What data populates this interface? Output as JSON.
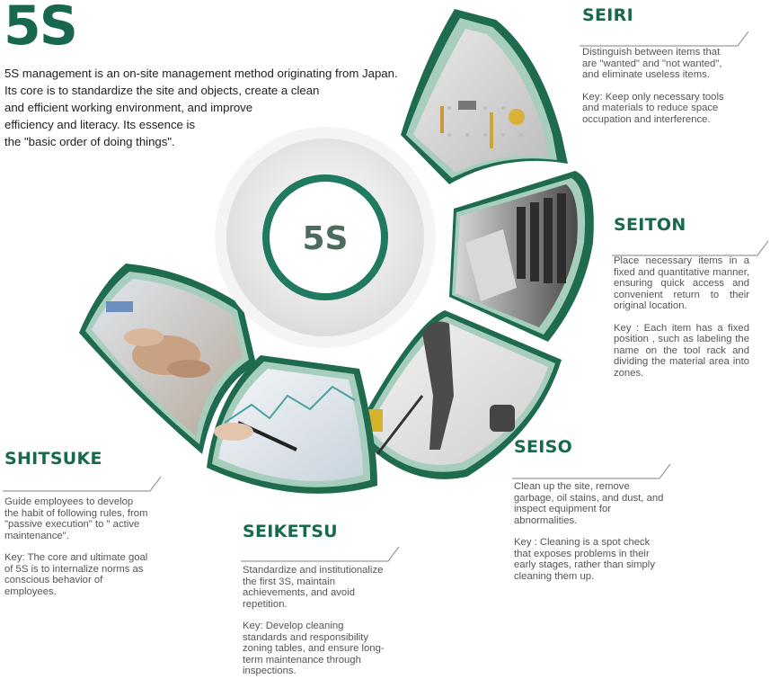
{
  "header": {
    "title": "5S",
    "intro_lines": [
      "5S management is an on-site management method originating from Japan.",
      "Its core is to standardize the site and objects, create a clean",
      "and efficient working environment, and improve",
      "efficiency and literacy. Its essence is",
      "the \"basic order of doing things\"."
    ]
  },
  "center": {
    "label": "5S"
  },
  "colors": {
    "brand": "#17684f",
    "ring_dark": "#1f6b4e",
    "ring_light": "#a7cdbd",
    "text": "#555555"
  },
  "sections": {
    "seiri": {
      "title": "SEIRI",
      "p1": "Distinguish between items that are \"wanted\" and \"not wanted\", and eliminate useless items.",
      "p2": "Key: Keep only necessary tools and materials to reduce space occupation and interference.",
      "image_icon": "tool-pegboard-icon"
    },
    "seiton": {
      "title": "SEITON",
      "p1": "Place necessary items in a fixed and quantitative manner, ensuring quick access and convenient return to their original location.",
      "p2": "Key : Each item has a fixed position , such as labeling the name on the tool rack and dividing the material area into zones.",
      "image_icon": "file-binders-icon"
    },
    "seiso": {
      "title": "SEISO",
      "p1": "Clean up the site, remove garbage, oil stains, and dust, and inspect equipment for abnormalities.",
      "p2": "Key : Cleaning is a spot check that exposes problems in their early stages, rather than simply cleaning them up.",
      "image_icon": "vacuum-cleaning-icon"
    },
    "seiketsu": {
      "title": "SEIKETSU",
      "p1": "Standardize and institutionalize the first 3S, maintain achievements, and avoid repetition.",
      "p2": "Key: Develop cleaning standards and responsibility zoning tables, and ensure long-term maintenance through inspections.",
      "image_icon": "chart-analysis-icon"
    },
    "shitsuke": {
      "title": "SHITSUKE",
      "p1": "Guide employees to develop the habit of following rules, from \"passive execution\" to \" active maintenance\".",
      "p2": "Key: The core and ultimate goal of 5S is to internalize norms as conscious behavior of employees.",
      "image_icon": "team-hands-icon"
    }
  }
}
